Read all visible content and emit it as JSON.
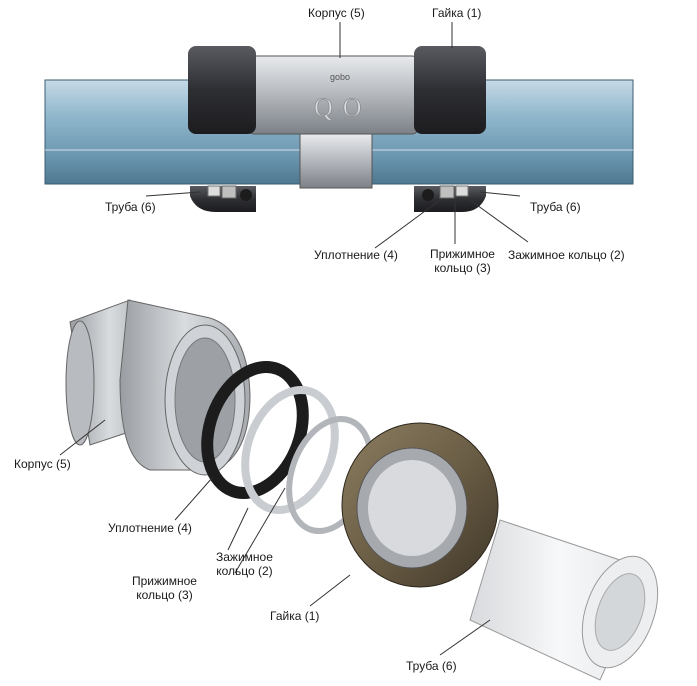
{
  "top_view": {
    "labels": {
      "body": "Корпус (5)",
      "nut": "Гайка (1)",
      "pipe_left": "Труба (6)",
      "pipe_right": "Труба (6)",
      "seal": "Уплотнение (4)",
      "pressure_ring_line1": "Прижимное",
      "pressure_ring_line2": "кольцо (3)",
      "clamp_ring": "Зажимное кольцо (2)"
    },
    "body_emblem": "QO",
    "body_brand": "gobo"
  },
  "exploded_view": {
    "labels": {
      "body": "Корпус (5)",
      "seal": "Уплотнение (4)",
      "clamp_ring_line1": "Зажимное",
      "clamp_ring_line2": "кольцо (2)",
      "pressure_ring_line1": "Прижимное",
      "pressure_ring_line2": "кольцо (3)",
      "nut": "Гайка (1)",
      "pipe": "Труба (6)"
    }
  },
  "colors": {
    "pipe": "#8fb6cc",
    "metal": "#c9ccd0",
    "nut": "#3d3d42",
    "seal": "#1c1c1c",
    "nut_bronze": "#6b5e46",
    "pointer": "#333333"
  }
}
